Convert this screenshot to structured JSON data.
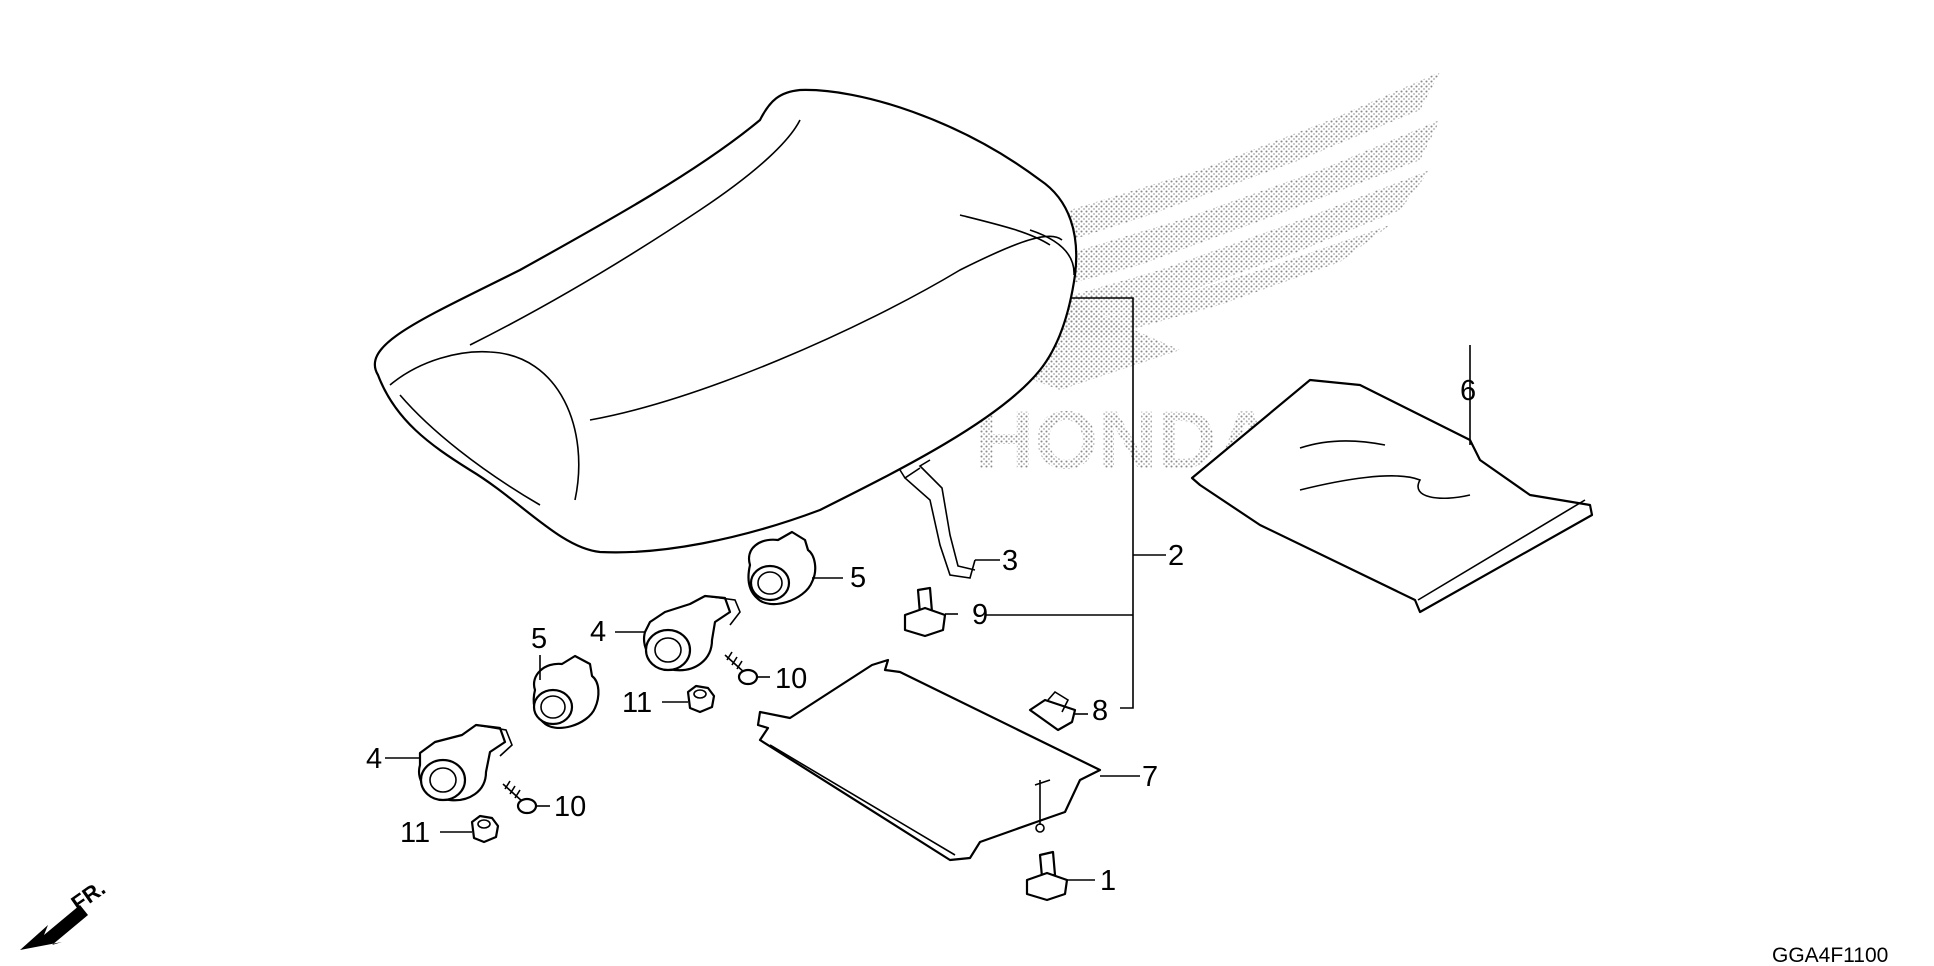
{
  "diagram": {
    "watermark": {
      "text": "HONDA",
      "icon": "honda-wing-logo",
      "color": "#9a9a9a"
    },
    "callouts": [
      {
        "id": "c1",
        "text": "1"
      },
      {
        "id": "c2",
        "text": "2"
      },
      {
        "id": "c3",
        "text": "3"
      },
      {
        "id": "c4a",
        "text": "4"
      },
      {
        "id": "c4b",
        "text": "4"
      },
      {
        "id": "c5a",
        "text": "5"
      },
      {
        "id": "c5b",
        "text": "5"
      },
      {
        "id": "c6",
        "text": "6"
      },
      {
        "id": "c7",
        "text": "7"
      },
      {
        "id": "c8",
        "text": "8"
      },
      {
        "id": "c9",
        "text": "9"
      },
      {
        "id": "c10a",
        "text": "10"
      },
      {
        "id": "c10b",
        "text": "10"
      },
      {
        "id": "c11a",
        "text": "11"
      },
      {
        "id": "c11b",
        "text": "11"
      }
    ],
    "front_arrow": {
      "label": "FR.",
      "icon": "front-direction-arrow-icon"
    },
    "diagram_code": "GGA4F1100"
  }
}
